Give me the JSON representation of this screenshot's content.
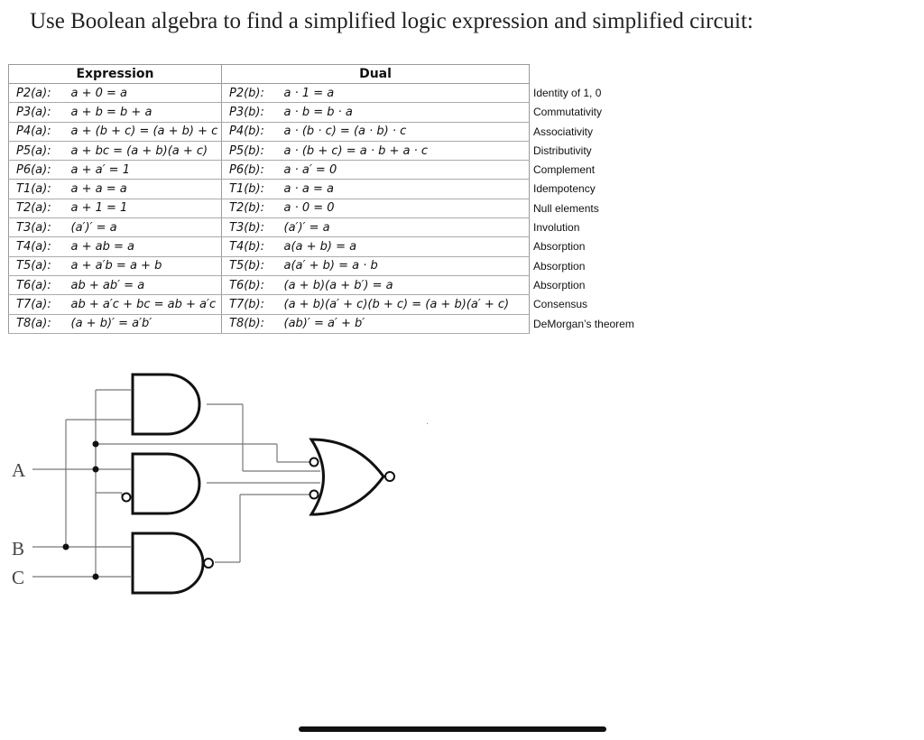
{
  "title": "Use Boolean algebra to find a simplified logic expression and simplified circuit:",
  "table": {
    "header_expression": "Expression",
    "header_dual": "Dual",
    "rows": [
      {
        "id_a": "P2(a):",
        "expr": "a + 0 = a",
        "id_b": "P2(b):",
        "dual": "a · 1 = a",
        "name": "Identity of 1, 0"
      },
      {
        "id_a": "P3(a):",
        "expr": "a + b = b + a",
        "id_b": "P3(b):",
        "dual": "a · b = b · a",
        "name": "Commutativity"
      },
      {
        "id_a": "P4(a):",
        "expr": "a + (b + c) = (a + b) + c",
        "id_b": "P4(b):",
        "dual": "a · (b · c) = (a · b) · c",
        "name": "Associativity"
      },
      {
        "id_a": "P5(a):",
        "expr": "a + bc = (a + b)(a + c)",
        "id_b": "P5(b):",
        "dual": "a · (b + c) = a · b + a · c",
        "name": "Distributivity"
      },
      {
        "id_a": "P6(a):",
        "expr": "a + a′ = 1",
        "id_b": "P6(b):",
        "dual": "a · a′ = 0",
        "name": "Complement"
      },
      {
        "id_a": "T1(a):",
        "expr": "a + a = a",
        "id_b": "T1(b):",
        "dual": "a · a = a",
        "name": "Idempotency"
      },
      {
        "id_a": "T2(a):",
        "expr": "a + 1 = 1",
        "id_b": "T2(b):",
        "dual": "a · 0 = 0",
        "name": "Null elements"
      },
      {
        "id_a": "T3(a):",
        "expr": "(a′)′ = a",
        "id_b": "T3(b):",
        "dual": "(a′)′ = a",
        "name": "Involution"
      },
      {
        "id_a": "T4(a):",
        "expr": "a + ab = a",
        "id_b": "T4(b):",
        "dual": "a(a + b) = a",
        "name": "Absorption"
      },
      {
        "id_a": "T5(a):",
        "expr": "a + a′b = a + b",
        "id_b": "T5(b):",
        "dual": "a(a′ + b) = a · b",
        "name": "Absorption"
      },
      {
        "id_a": "T6(a):",
        "expr": "ab + ab′ = a",
        "id_b": "T6(b):",
        "dual": "(a + b)(a + b′) = a",
        "name": "Absorption"
      },
      {
        "id_a": "T7(a):",
        "expr": "ab + a′c + bc = ab + a′c",
        "id_b": "T7(b):",
        "dual": "(a + b)(a′ + c)(b + c) = (a + b)(a′ + c)",
        "name": "Consensus"
      },
      {
        "id_a": "T8(a):",
        "expr": "(a + b)′ = a′b′",
        "id_b": "T8(b):",
        "dual": "(ab)′ = a′ + b′",
        "name": "DeMorgan’s theorem"
      }
    ]
  },
  "circuit": {
    "inputs": [
      "A",
      "B",
      "C"
    ],
    "gates": [
      "and-gate",
      "and-gate",
      "nand-gate",
      "or-gate-with-inverted-inputs-and-output"
    ]
  }
}
